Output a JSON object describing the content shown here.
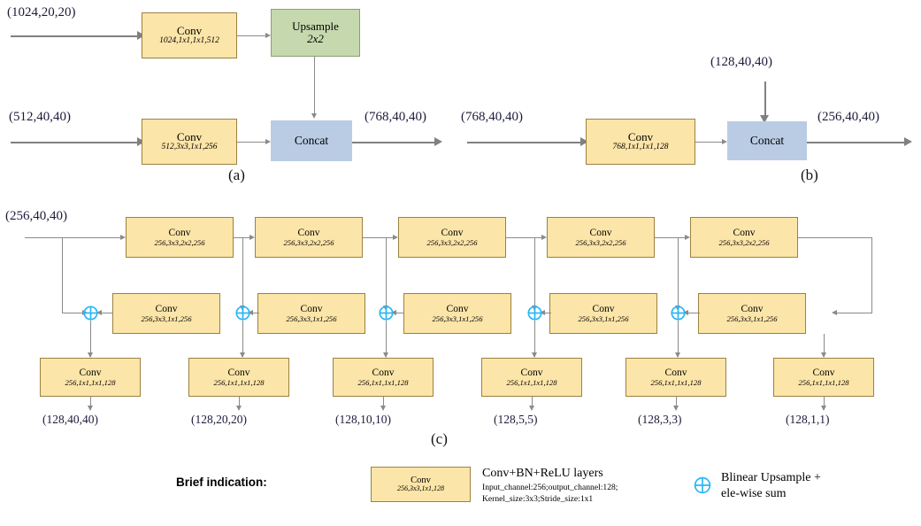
{
  "figure": {
    "panel_labels": {
      "a": "(a)",
      "b": "(b)",
      "c": "(c)"
    }
  },
  "panel_a": {
    "input_top": "(1024,20,20)",
    "input_bottom": "(512,40,40)",
    "output": "(768,40,40)",
    "conv_top": {
      "title": "Conv",
      "params": "1024,1x1,1x1,512"
    },
    "conv_bottom": {
      "title": "Conv",
      "params": "512,3x3,1x1,256"
    },
    "upsample": {
      "title": "Upsample",
      "factor": "2x2"
    },
    "concat": {
      "label": "Concat"
    }
  },
  "panel_b": {
    "input_left": "(768,40,40)",
    "input_top": "(128,40,40)",
    "output": "(256,40,40)",
    "conv": {
      "title": "Conv",
      "params": "768,1x1,1x1,128"
    },
    "concat": {
      "label": "Concat"
    }
  },
  "panel_c": {
    "input": "(256,40,40)",
    "top_convs": [
      {
        "title": "Conv",
        "params": "256,3x3,2x2,256"
      },
      {
        "title": "Conv",
        "params": "256,3x3,2x2,256"
      },
      {
        "title": "Conv",
        "params": "256,3x3,2x2,256"
      },
      {
        "title": "Conv",
        "params": "256,3x3,2x2,256"
      },
      {
        "title": "Conv",
        "params": "256,3x3,2x2,256"
      }
    ],
    "mid_convs": [
      {
        "title": "Conv",
        "params": "256,3x3,1x1,256"
      },
      {
        "title": "Conv",
        "params": "256,3x3,1x1,256"
      },
      {
        "title": "Conv",
        "params": "256,3x3,1x1,256"
      },
      {
        "title": "Conv",
        "params": "256,3x3,1x1,256"
      },
      {
        "title": "Conv",
        "params": "256,3x3,1x1,256"
      }
    ],
    "out_convs": [
      {
        "title": "Conv",
        "params": "256,1x1,1x1,128"
      },
      {
        "title": "Conv",
        "params": "256,1x1,1x1,128"
      },
      {
        "title": "Conv",
        "params": "256,1x1,1x1,128"
      },
      {
        "title": "Conv",
        "params": "256,1x1,1x1,128"
      },
      {
        "title": "Conv",
        "params": "256,1x1,1x1,128"
      },
      {
        "title": "Conv",
        "params": "256,1x1,1x1,128"
      }
    ],
    "outputs": [
      "(128,40,40)",
      "(128,20,20)",
      "(128,10,10)",
      "(128,5,5)",
      "(128,3,3)",
      "(128,1,1)"
    ]
  },
  "legend": {
    "prefix": "Brief indication:",
    "sample_box": {
      "title": "Conv",
      "params": "256,3x3,1x1,128"
    },
    "conv_heading": "Conv+BN+ReLU layers",
    "conv_detail_line1": "Input_channel:256;output_channel:128;",
    "conv_detail_line2": "Kernel_size:3x3;Stride_size:1x1",
    "oplus_line1": "Blinear Upsample +",
    "oplus_line2": "ele-wise sum"
  },
  "colors": {
    "conv_fill": "#fce5a8",
    "conv_border": "#9c8141",
    "upsample_fill": "#c6d9ae",
    "concat_fill": "#b9cce4",
    "oplus_stroke": "#29b6f6",
    "connector": "#808080",
    "shape_text": "#1b1b3a"
  }
}
